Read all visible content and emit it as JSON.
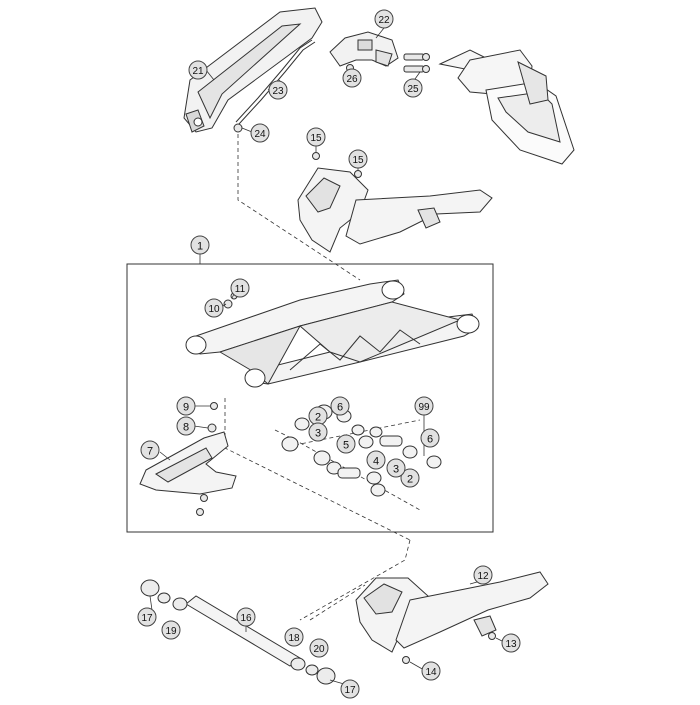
{
  "diagram": {
    "callouts": [
      {
        "id": "c1",
        "label": "1"
      },
      {
        "id": "c2a",
        "label": "2"
      },
      {
        "id": "c2b",
        "label": "2"
      },
      {
        "id": "c3a",
        "label": "3"
      },
      {
        "id": "c3b",
        "label": "3"
      },
      {
        "id": "c4",
        "label": "4"
      },
      {
        "id": "c5",
        "label": "5"
      },
      {
        "id": "c6a",
        "label": "6"
      },
      {
        "id": "c6b",
        "label": "6"
      },
      {
        "id": "c7",
        "label": "7"
      },
      {
        "id": "c8",
        "label": "8"
      },
      {
        "id": "c9",
        "label": "9"
      },
      {
        "id": "c10",
        "label": "10"
      },
      {
        "id": "c11",
        "label": "11"
      },
      {
        "id": "c12",
        "label": "12"
      },
      {
        "id": "c13",
        "label": "13"
      },
      {
        "id": "c14",
        "label": "14"
      },
      {
        "id": "c15a",
        "label": "15"
      },
      {
        "id": "c15b",
        "label": "15"
      },
      {
        "id": "c16",
        "label": "16"
      },
      {
        "id": "c17a",
        "label": "17"
      },
      {
        "id": "c17b",
        "label": "17"
      },
      {
        "id": "c18",
        "label": "18"
      },
      {
        "id": "c19",
        "label": "19"
      },
      {
        "id": "c20",
        "label": "20"
      },
      {
        "id": "c21",
        "label": "21"
      },
      {
        "id": "c22",
        "label": "22"
      },
      {
        "id": "c23",
        "label": "23"
      },
      {
        "id": "c24",
        "label": "24"
      },
      {
        "id": "c25",
        "label": "25"
      },
      {
        "id": "c26",
        "label": "26"
      },
      {
        "id": "c99",
        "label": "99"
      }
    ],
    "colors": {
      "line": "#333333",
      "part_fill": "#f2f2f2",
      "callout_fill": "#e2e2e2",
      "callout_stroke": "#444444"
    }
  }
}
